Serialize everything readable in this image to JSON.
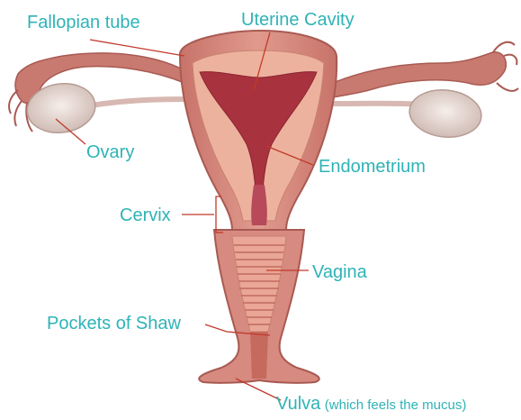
{
  "labels": {
    "fallopian_tube": "Fallopian tube",
    "uterine_cavity": "Uterine Cavity",
    "ovary": "Ovary",
    "endometrium": "Endometrium",
    "cervix": "Cervix",
    "vagina": "Vagina",
    "pockets_of_shaw": "Pockets of Shaw",
    "vulva": "Vulva",
    "vulva_note": "(which feels the mucus)"
  },
  "colors": {
    "label_text": "#2fb3b6",
    "leader_line": "#c0392b",
    "tissue_outer": "#d98a80",
    "tissue_inner": "#edb7a4",
    "cavity": "#a8323e",
    "ovary": "#e6dcd8"
  }
}
